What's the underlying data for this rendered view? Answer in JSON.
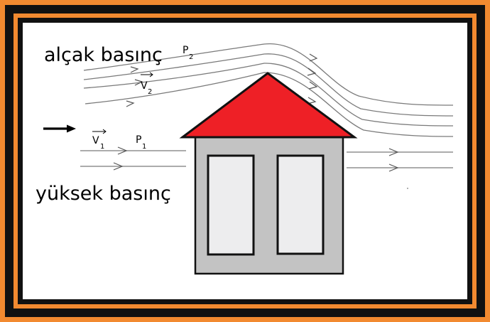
{
  "labels": {
    "low_pressure": "alçak basınç",
    "high_pressure": "yüksek basınç",
    "p2_letter": "P",
    "p2_sub": "2",
    "v2_letter": "V",
    "v2_sub": "2",
    "v1_letter": "V",
    "v1_sub": "1",
    "p1_letter": "P",
    "p1_sub": "1"
  },
  "colors": {
    "outer_frame": "#f28a30",
    "inner_frame": "#111111",
    "background": "#ffffff",
    "roof": "#ee2026",
    "wall": "#c3c3c3",
    "window": "#ededee",
    "outline": "#111111",
    "streamline": "#7a7a7a"
  },
  "icons": {
    "wind_direction": "wind-arrow-icon",
    "velocity_vector": "vector-arrow-icon"
  }
}
